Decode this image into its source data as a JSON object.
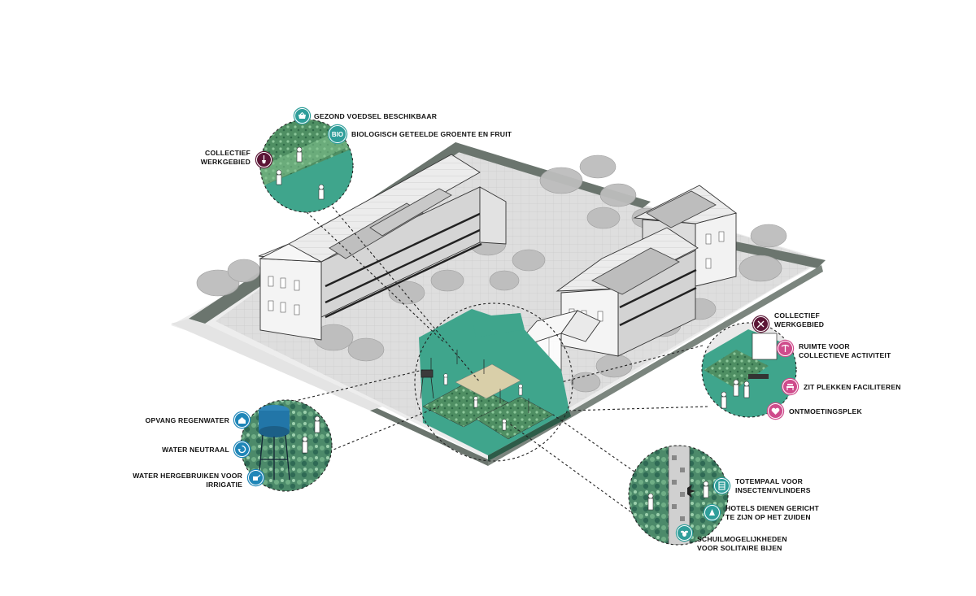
{
  "colors": {
    "teal": "#2f9e9a",
    "water_blue": "#1f86b8",
    "plum": "#5c1636",
    "pink": "#cf4b8c",
    "green_lawn": "#3fa58c",
    "building_grey": "#d9d9d9"
  },
  "callouts": {
    "food": {
      "healthy_food": "GEZOND VOEDSEL BESCHIKBAAR",
      "organic_produce": "BIOLOGISCH GETEELDE GROENTE EN FRUIT",
      "bio_badge": "BIO",
      "work_area_line1": "COLLECTIEF",
      "work_area_line2": "WERKGEBIED",
      "icons": [
        "basket-icon",
        "bio-badge-icon",
        "shovel-icon"
      ]
    },
    "water": {
      "rainwater": "OPVANG REGENWATER",
      "neutral": "WATER NEUTRAAL",
      "reuse_line1": "WATER HERGEBRUIKEN VOOR",
      "reuse_line2": "IRRIGATIE",
      "icons": [
        "house-water-icon",
        "recycle-icon",
        "watering-can-icon"
      ]
    },
    "social": {
      "work_area_line1": "COLLECTIEF",
      "work_area_line2": "WERKGEBIED",
      "activities_line1": "RUIMTE VOOR",
      "activities_line2": "COLLECTIEVE ACTIVITEIT",
      "seating": "ZIT PLEKKEN FACILITEREN",
      "meeting": "ONTMOETINGSPLEK",
      "icons": [
        "tools-icon",
        "pickaxe-icon",
        "seating-icon",
        "heart-icon"
      ]
    },
    "biodiversity": {
      "totem_line1": "TOTEMPAAL VOOR",
      "totem_line2": "INSECTEN/VLINDERS",
      "hotels_line1": "HOTELS DIENEN GERICHT",
      "hotels_line2": "TE ZIJN OP HET ZUIDEN",
      "shelter_line1": "SCHUILMOGELIJKHEDEN",
      "shelter_line2": "VOOR SOLITAIRE BIJEN",
      "icons": [
        "insect-hotel-icon",
        "sun-direction-icon",
        "bee-icon"
      ]
    }
  }
}
